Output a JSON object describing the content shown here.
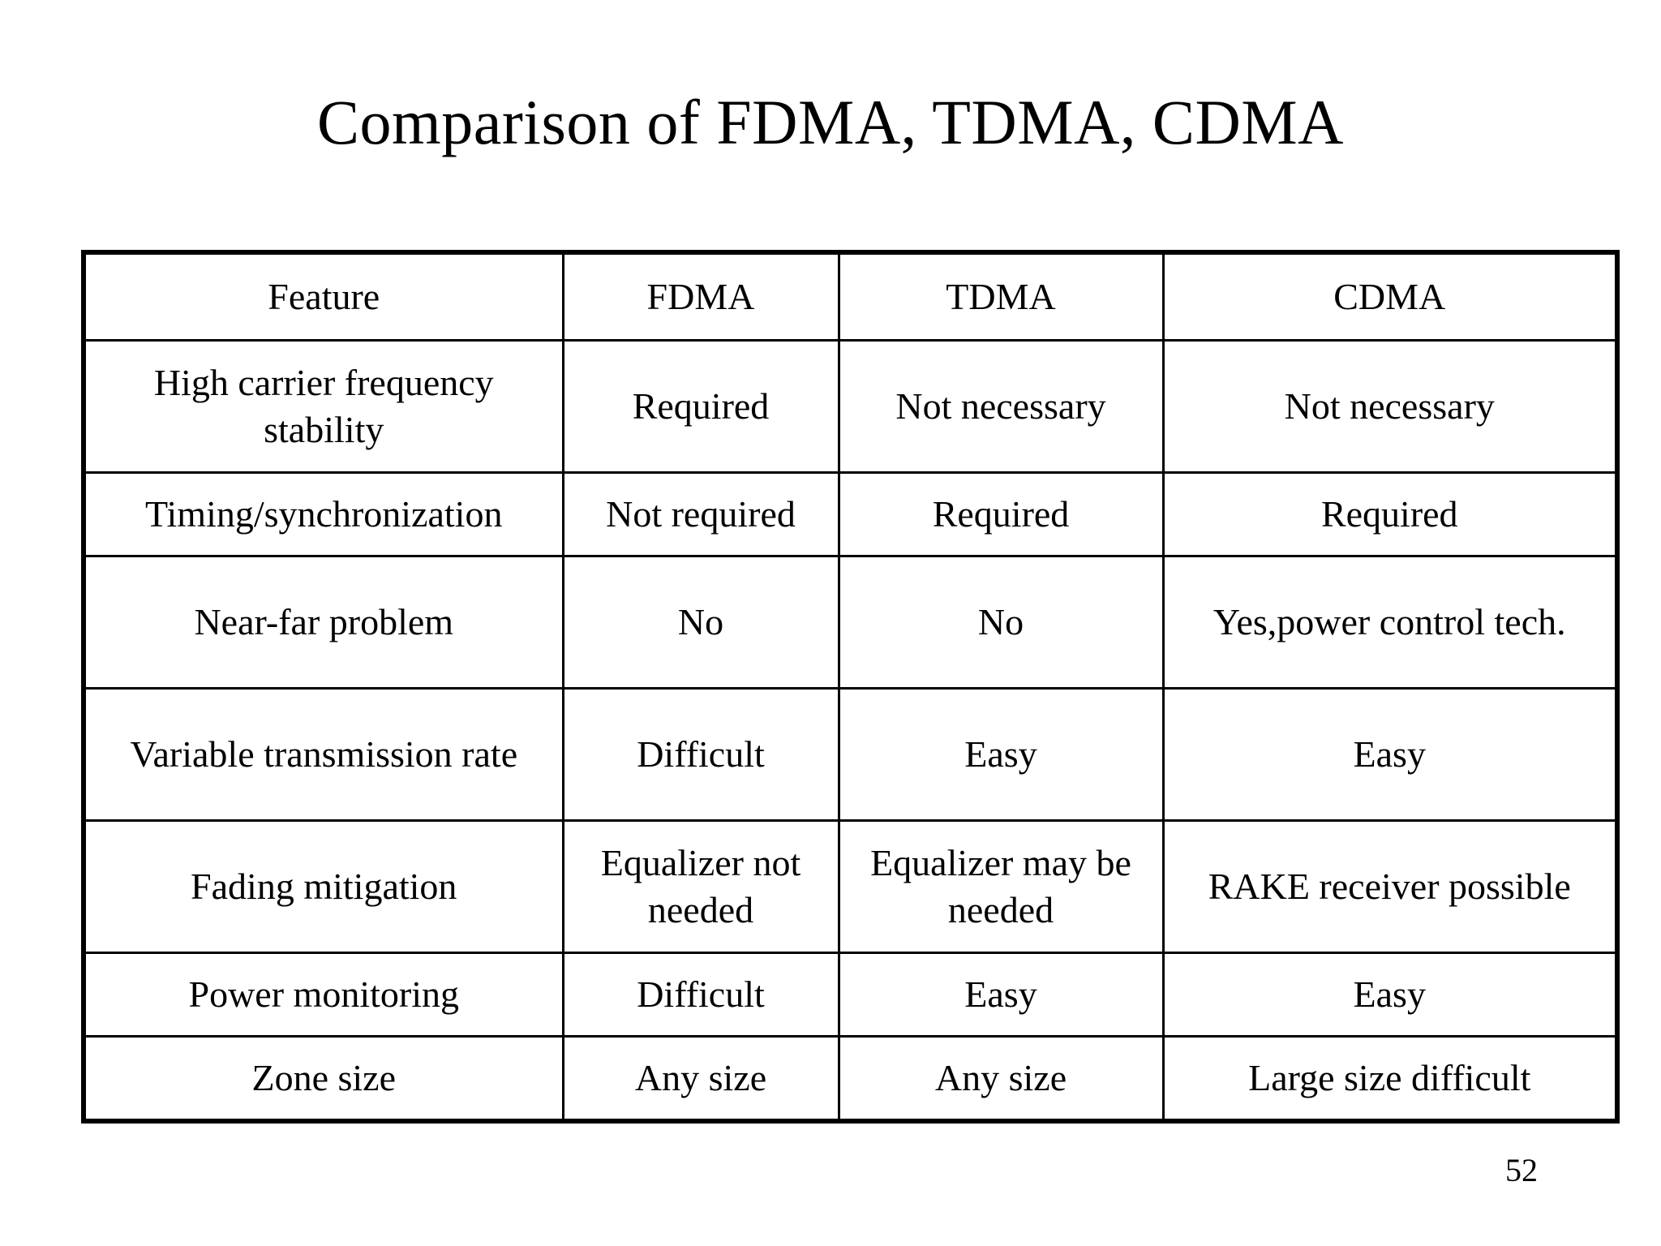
{
  "slide": {
    "title": "Comparison of FDMA, TDMA, CDMA",
    "page_number": "52",
    "text_color": "#000000",
    "background_color": "#ffffff",
    "border_color": "#000000"
  },
  "table": {
    "columns": [
      "Feature",
      "FDMA",
      "TDMA",
      "CDMA"
    ],
    "rows": [
      {
        "feature": "High carrier frequency stability",
        "fdma": "Required",
        "tdma": "Not necessary",
        "cdma": "Not necessary",
        "size": "tall"
      },
      {
        "feature": "Timing/synchronization",
        "fdma": "Not required",
        "tdma": "Required",
        "cdma": "Required",
        "size": "short"
      },
      {
        "feature": "Near-far problem",
        "fdma": "No",
        "tdma": "No",
        "cdma": "Yes,power control tech.",
        "size": "tall"
      },
      {
        "feature": "Variable transmission rate",
        "fdma": "Difficult",
        "tdma": "Easy",
        "cdma": "Easy",
        "size": "tall"
      },
      {
        "feature": "Fading mitigation",
        "fdma": "Equalizer not needed",
        "tdma": "Equalizer may be needed",
        "cdma": "RAKE receiver possible",
        "size": "tall"
      },
      {
        "feature": "Power monitoring",
        "fdma": "Difficult",
        "tdma": "Easy",
        "cdma": "Easy",
        "size": "short"
      },
      {
        "feature": "Zone size",
        "fdma": "Any size",
        "tdma": "Any size",
        "cdma": "Large size difficult",
        "size": "short"
      }
    ]
  }
}
